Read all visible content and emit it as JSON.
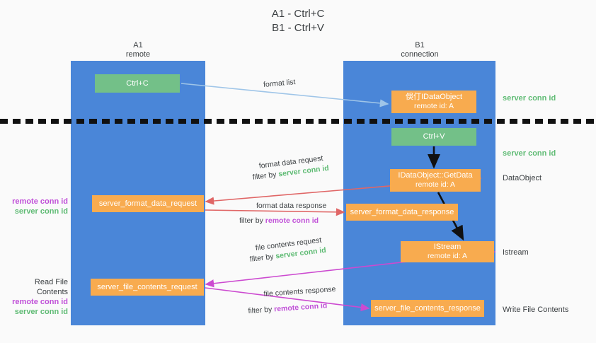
{
  "title": {
    "line1": "A1 - Ctrl+C",
    "line2": "B1 - Ctrl+V"
  },
  "columns": [
    {
      "name": "A1",
      "sub": "remote"
    },
    {
      "name": "B1",
      "sub": "connection"
    }
  ],
  "colors": {
    "lane": "#4a86d8",
    "green_node": "#73c088",
    "orange_node": "#f8ab4f",
    "server_conn_id": "#5fbb74",
    "remote_conn_id": "#c050d8",
    "red_arrow": "#e06666",
    "magenta_arrow": "#cc4ad0",
    "light_blue_arrow": "#9fc5e8",
    "black_arrow": "#111111",
    "background": "#fafafa"
  },
  "nodes": {
    "ctrl_c": {
      "label": "Ctrl+C"
    },
    "idataobject": {
      "line1": "俁仃IDataObject",
      "line2": "remote id: A"
    },
    "ctrl_v": {
      "label": "Ctrl+V"
    },
    "getdata": {
      "line1": "IDataObject::GetData",
      "line2": "remote id: A"
    },
    "format_data_request": {
      "label": "server_format_data_request"
    },
    "format_data_response": {
      "label": "server_format_data_response"
    },
    "istream": {
      "line1": "IStream",
      "line2": "remote id: A"
    },
    "file_contents_request": {
      "label": "server_file_contents_request"
    },
    "file_contents_response": {
      "label": "server_file_contents_response"
    }
  },
  "side_labels": {
    "right": [
      {
        "text": "server conn id",
        "style": "green"
      },
      {
        "text": "server conn id",
        "style": "green"
      },
      {
        "text": "DataObject",
        "style": "dark"
      },
      {
        "text": "Istream",
        "style": "dark"
      },
      {
        "text": "Write File Contents",
        "style": "dark"
      }
    ],
    "left": {
      "group1": {
        "remote": "remote conn id",
        "server": "server conn id"
      },
      "group2": {
        "heading": "Read File Contents",
        "remote": "remote conn id",
        "server": "server conn id"
      }
    }
  },
  "annotations": {
    "format_list": "format list",
    "format_data_request": "format data request",
    "format_data_request_filter_prefix": "filter by ",
    "format_data_request_filter_value": "server conn id",
    "format_data_response": "format data response",
    "format_data_response_filter_prefix": "filter by ",
    "format_data_response_filter_value": "remote conn id",
    "file_contents_request": "file contents request",
    "file_contents_request_filter_prefix": "filter by ",
    "file_contents_request_filter_value": "server conn id",
    "file_contents_response": "file contents response",
    "file_contents_response_filter_prefix": "filter by ",
    "file_contents_response_filter_value": "remote conn id"
  }
}
